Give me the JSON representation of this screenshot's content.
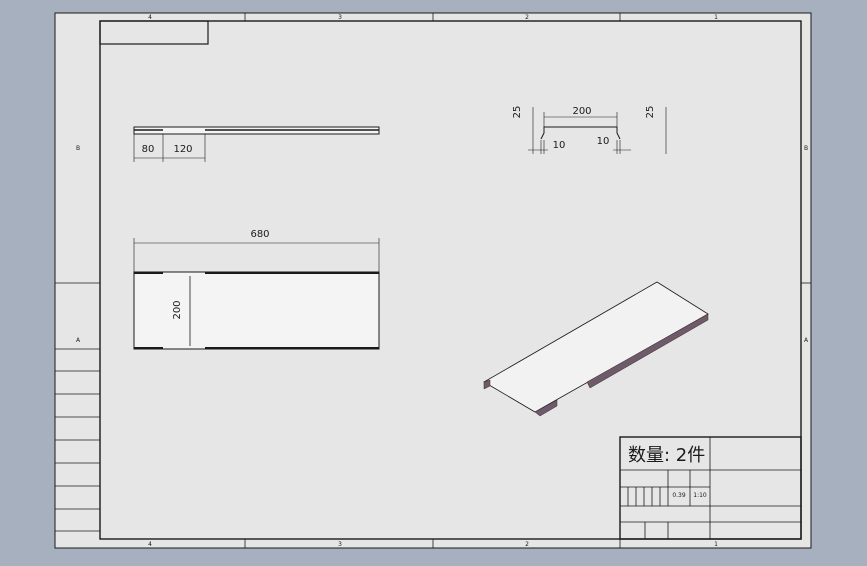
{
  "colors": {
    "viewport_bg": "#a7b0be",
    "sheet": "#e6e6e6",
    "line": "#1a1a1a",
    "iso_face": "#f2f2f2",
    "iso_edge": "#6e5a68"
  },
  "sheet": {
    "stamp_label": "",
    "border_top_numbers": [
      "4",
      "3",
      "2",
      "1"
    ],
    "border_bottom_numbers": [
      "4",
      "3",
      "2",
      "1"
    ],
    "border_left_letters": [
      "B",
      "A"
    ],
    "border_right_letters": [
      "B",
      "A"
    ]
  },
  "left_table": {
    "rows": [
      "",
      "",
      "",
      "",
      "",
      "",
      "",
      ""
    ]
  },
  "dimensions": {
    "top_view": {
      "d1": "80",
      "d2": "120"
    },
    "front_view": {
      "overall": "680",
      "width": "200"
    },
    "section": {
      "width": "200",
      "left_flange": "10",
      "right_flange": "10",
      "left_height": "25",
      "right_height": "25"
    }
  },
  "title_block": {
    "quantity": "数量: 2件",
    "company": "",
    "drawing_no": "",
    "col_labels": [
      "",
      "",
      ""
    ],
    "weight": "0.39",
    "scale": "1:10",
    "material": "",
    "bottom_cells": [
      "",
      "",
      "",
      ""
    ]
  }
}
